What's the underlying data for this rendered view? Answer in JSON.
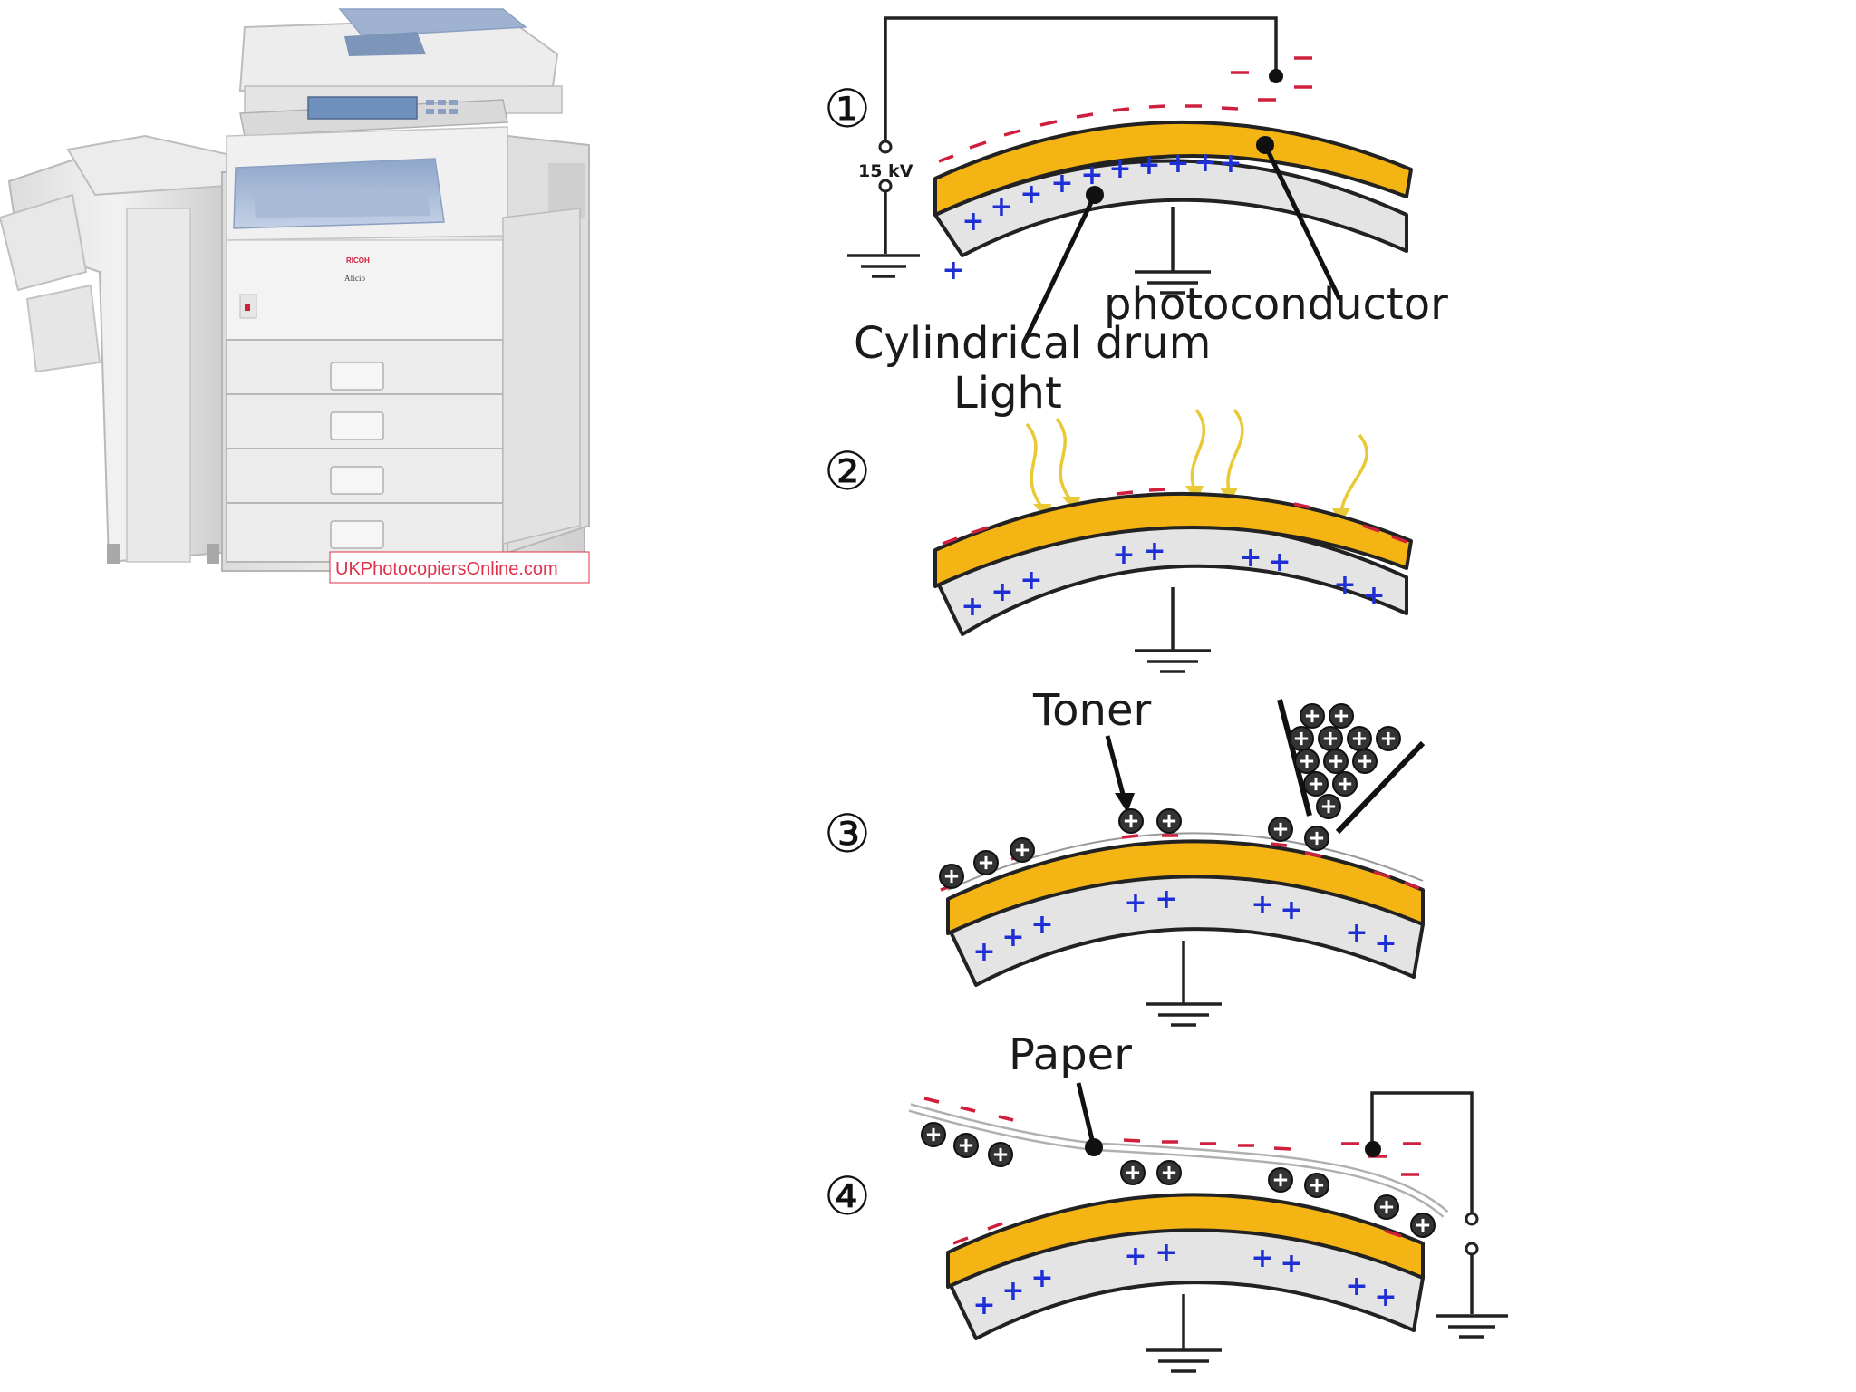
{
  "photo": {
    "watermark": "UKPhotocopiersOnline.com",
    "brand": "RICOH",
    "model": "Aficio"
  },
  "steps": [
    {
      "number": "①"
    },
    {
      "number": "②"
    },
    {
      "number": "③"
    },
    {
      "number": "④"
    }
  ],
  "labels": {
    "voltage": "15 kV",
    "drum": "Cylindrical drum",
    "photoconductor": "photoconductor",
    "light": "Light",
    "toner": "Toner",
    "paper": "Paper"
  },
  "colors": {
    "photoconductor": "#f3b414",
    "drum": "#e4e4e4",
    "positive": "#1f2fd6",
    "negative": "#d01f3c",
    "light_rays": "#e9c935"
  }
}
